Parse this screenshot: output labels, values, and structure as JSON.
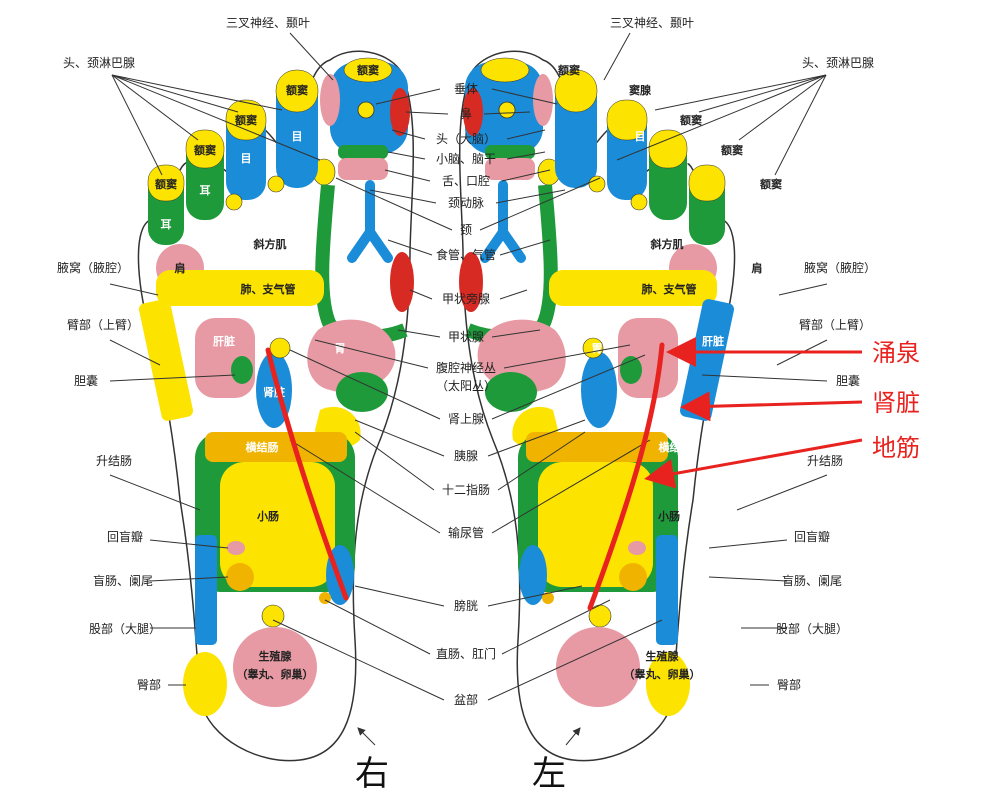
{
  "colors": {
    "red": "#d62a22",
    "blue": "#1a8cd8",
    "yellow": "#fce300",
    "green": "#1e9a3a",
    "pink": "#e79aa3",
    "orange": "#f0b400",
    "annotation": "#e8231f"
  },
  "center_labels": [
    "垂体",
    "鼻",
    "头（大脑）",
    "小脑、脑干",
    "舌、口腔",
    "颈动脉",
    "颈",
    "食管、气管",
    "甲状旁腺",
    "甲状腺",
    "腹腔神经丛",
    "（太阳丛）",
    "肾上腺",
    "胰腺",
    "十二指肠",
    "输尿管",
    "膀胱",
    "直肠、肛门",
    "盆部"
  ],
  "side_labels": {
    "trigeminal": "三叉神经、颞叶",
    "lymph": "头、颈淋巴腺",
    "armpit": "腋窝（腋腔）",
    "upper_arm": "臂部（上臂）",
    "gallbladder": "胆囊",
    "ascending_colon": "升结肠",
    "ileocecal": "回盲瓣",
    "cecum": "盲肠、阑尾",
    "thigh": "股部（大腿）",
    "buttock": "臀部"
  },
  "zone_labels": {
    "sinus": "额窦",
    "sinus_alt": "窦腺",
    "eye": "目",
    "ear": "耳",
    "trapezius": "斜方肌",
    "shoulder": "肩",
    "lung": "肺、支气管",
    "liver": "肝脏",
    "stomach": "胃",
    "kidney": "肾脏",
    "transverse_colon": "横结肠",
    "small_intestine": "小肠",
    "gonad": "生殖腺",
    "gonad_sub": "（睾丸、卵巢）"
  },
  "foot_labels": {
    "right": "右",
    "left": "左"
  },
  "annotations": [
    "涌泉",
    "肾脏",
    "地筋"
  ]
}
